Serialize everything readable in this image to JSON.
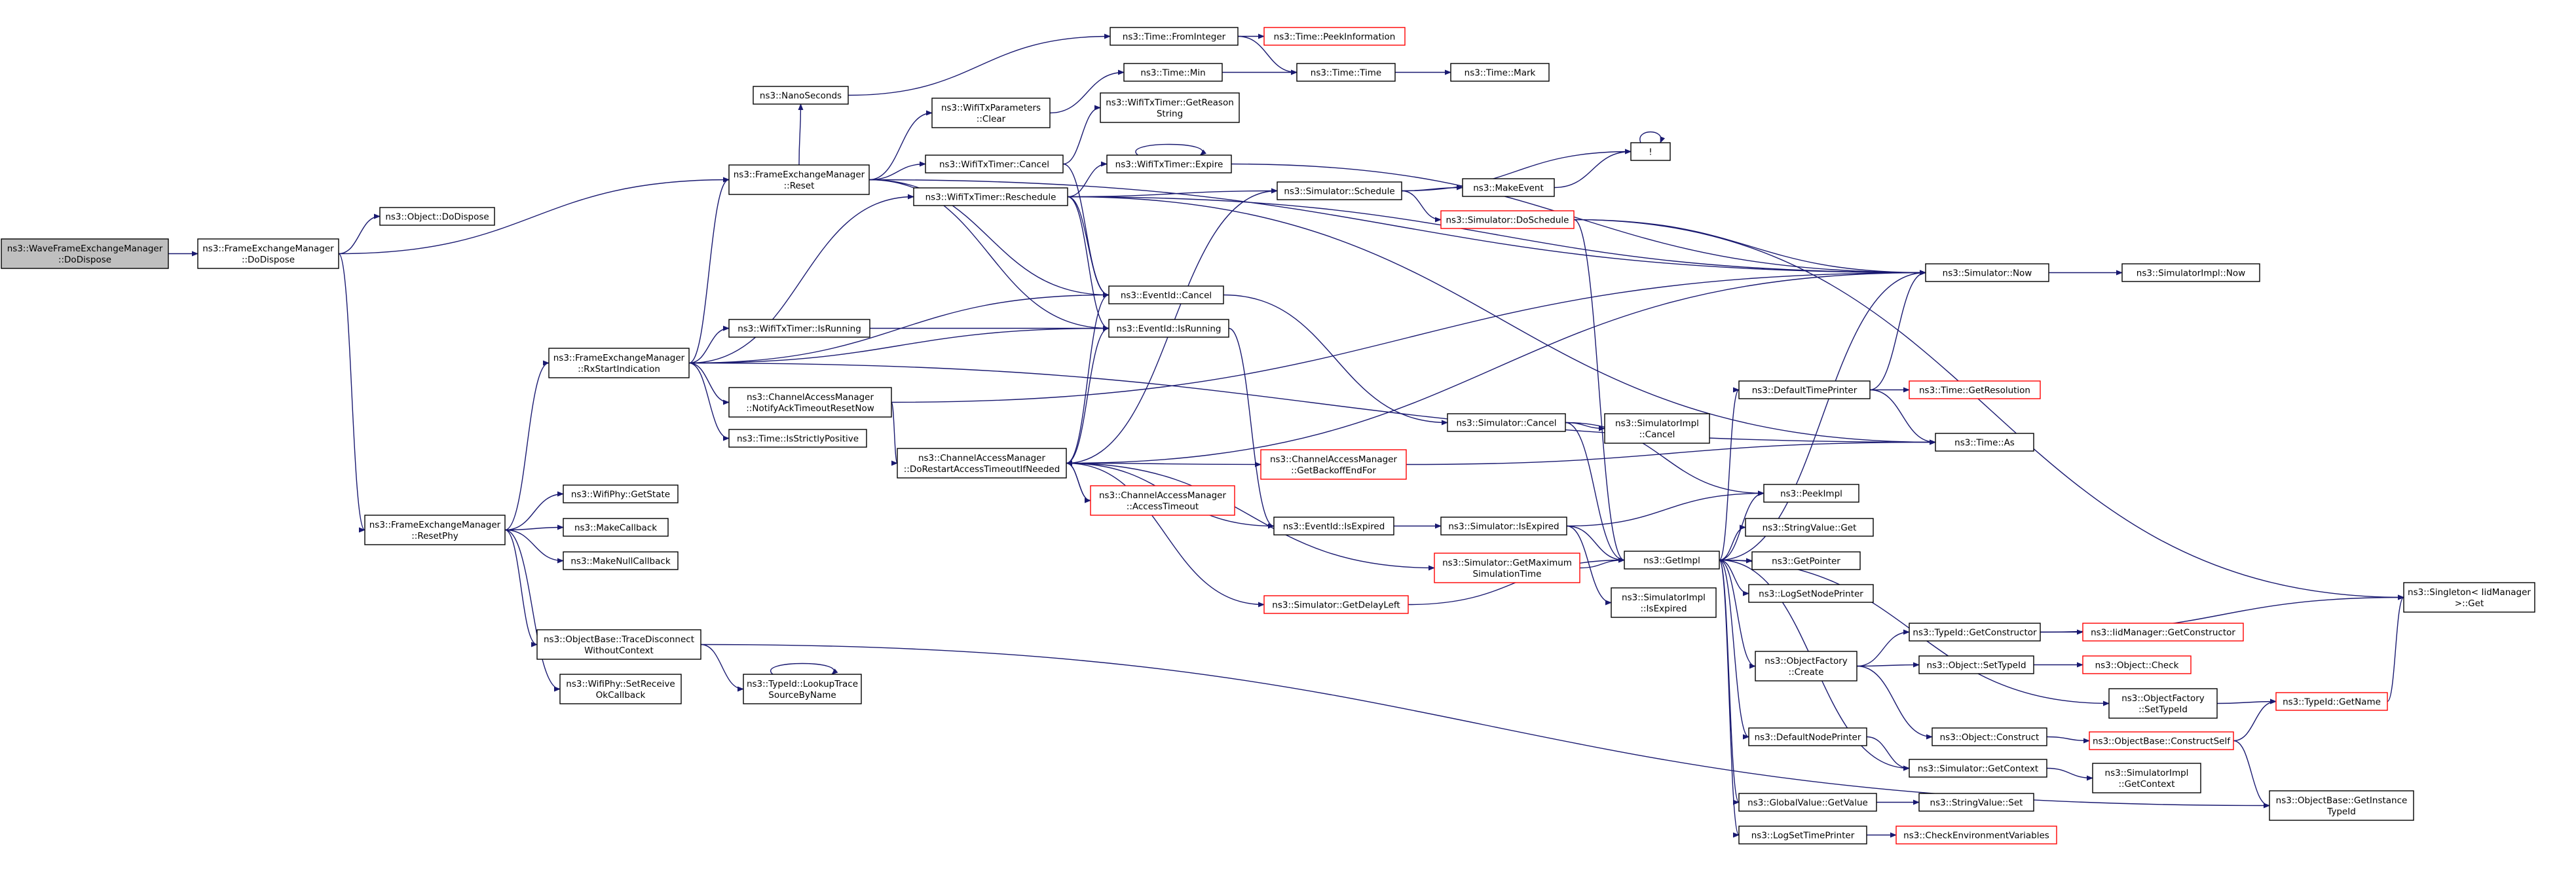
{
  "colors": {
    "normal_border": "#000000",
    "truncated_border": "#ff0000",
    "root_fill": "#bfbfbf",
    "node_fill": "#ffffff",
    "edge": "#191970"
  },
  "nodes": {
    "root": [
      "ns3::WaveFrameExchangeManager",
      "::DoDispose"
    ],
    "fem_dodispose": [
      "ns3::FrameExchangeManager",
      "::DoDispose"
    ],
    "object_dodispose": [
      "ns3::Object::DoDispose"
    ],
    "fem_reset": [
      "ns3::FrameExchangeManager",
      "::Reset"
    ],
    "fem_resetphy": [
      "ns3::FrameExchangeManager",
      "::ResetPhy"
    ],
    "nanoseconds": [
      "ns3::NanoSeconds"
    ],
    "wtp_clear": [
      "ns3::WifiTxParameters",
      "::Clear"
    ],
    "wtt_cancel": [
      "ns3::WifiTxTimer::Cancel"
    ],
    "wtt_reschedule": [
      "ns3::WifiTxTimer::Reschedule"
    ],
    "fem_rxstart": [
      "ns3::FrameExchangeManager",
      "::RxStartIndication"
    ],
    "wtt_isrunning": [
      "ns3::WifiTxTimer::IsRunning"
    ],
    "cam_notify": [
      "ns3::ChannelAccessManager",
      "::NotifyAckTimeoutResetNow"
    ],
    "time_isstrictlypositive": [
      "ns3::Time::IsStrictlyPositive"
    ],
    "wifiphy_getstate": [
      "ns3::WifiPhy::GetState"
    ],
    "makecallback": [
      "ns3::MakeCallback"
    ],
    "makenullcallback": [
      "ns3::MakeNullCallback"
    ],
    "objbase_tracedisconnect": [
      "ns3::ObjectBase::TraceDisconnect",
      "WithoutContext"
    ],
    "wifiphy_setreceive": [
      "ns3::WifiPhy::SetReceive",
      "OkCallback"
    ],
    "typeid_lookuptrace": [
      "ns3::TypeId::LookupTrace",
      "SourceByName"
    ],
    "time_frominteger": [
      "ns3::Time::FromInteger"
    ],
    "time_min": [
      "ns3::Time::Min"
    ],
    "wtt_getreason": [
      "ns3::WifiTxTimer::GetReason",
      "String"
    ],
    "wtt_expire": [
      "ns3::WifiTxTimer::Expire"
    ],
    "eventid_cancel": [
      "ns3::EventId::Cancel"
    ],
    "eventid_isrunning": [
      "ns3::EventId::IsRunning"
    ],
    "cam_dorestart": [
      "ns3::ChannelAccessManager",
      "::DoRestartAccessTimeoutIfNeeded"
    ],
    "cam_accesstimeout": [
      "ns3::ChannelAccessManager",
      "::AccessTimeout"
    ],
    "cam_getbackoff": [
      "ns3::ChannelAccessManager",
      "::GetBackoffEndFor"
    ],
    "eventid_isexpired": [
      "ns3::EventId::IsExpired"
    ],
    "sim_getmaximum": [
      "ns3::Simulator::GetMaximum",
      "SimulationTime"
    ],
    "sim_getdelayleft": [
      "ns3::Simulator::GetDelayLeft"
    ],
    "time_peekinformation": [
      "ns3::Time::PeekInformation"
    ],
    "time_time": [
      "ns3::Time::Time"
    ],
    "time_mark": [
      "ns3::Time::Mark"
    ],
    "sim_schedule": [
      "ns3::Simulator::Schedule"
    ],
    "makeevent": [
      "ns3::MakeEvent"
    ],
    "sim_doschedule": [
      "ns3::Simulator::DoSchedule"
    ],
    "bang": [
      "!"
    ],
    "sim_cancel": [
      "ns3::Simulator::Cancel"
    ],
    "simimpl_cancel": [
      "ns3::SimulatorImpl",
      "::Cancel"
    ],
    "sim_isexpired": [
      "ns3::Simulator::IsExpired"
    ],
    "simimpl_isexpired": [
      "ns3::SimulatorImpl",
      "::IsExpired"
    ],
    "getimpl": [
      "ns3::GetImpl"
    ],
    "sim_now": [
      "ns3::Simulator::Now"
    ],
    "simimpl_now": [
      "ns3::SimulatorImpl::Now"
    ],
    "defaulttimeprinter": [
      "ns3::DefaultTimePrinter"
    ],
    "time_getresolution": [
      "ns3::Time::GetResolution"
    ],
    "time_as": [
      "ns3::Time::As"
    ],
    "peekimpl": [
      "ns3::PeekImpl"
    ],
    "stringvalue_get": [
      "ns3::StringValue::Get"
    ],
    "getpointer": [
      "ns3::GetPointer"
    ],
    "logsetnodeprinter": [
      "ns3::LogSetNodePrinter"
    ],
    "objfactory_create": [
      "ns3::ObjectFactory",
      "::Create"
    ],
    "typeid_getconstructor": [
      "ns3::TypeId::GetConstructor"
    ],
    "iidmanager_getconstructor": [
      "ns3::IidManager::GetConstructor"
    ],
    "object_settypeid": [
      "ns3::Object::SetTypeId"
    ],
    "object_check": [
      "ns3::Object::Check"
    ],
    "objfactory_settypeid": [
      "ns3::ObjectFactory",
      "::SetTypeId"
    ],
    "typeid_getname": [
      "ns3::TypeId::GetName"
    ],
    "singleton": [
      "ns3::Singleton< IidManager",
      ">::Get"
    ],
    "object_construct": [
      "ns3::Object::Construct"
    ],
    "objbase_constructself": [
      "ns3::ObjectBase::ConstructSelf"
    ],
    "defaultnodeprinter": [
      "ns3::DefaultNodePrinter"
    ],
    "sim_getcontext": [
      "ns3::Simulator::GetContext"
    ],
    "simimpl_getcontext": [
      "ns3::SimulatorImpl",
      "::GetContext"
    ],
    "objbase_getinstance": [
      "ns3::ObjectBase::GetInstance",
      "TypeId"
    ],
    "globalvalue_getvalue": [
      "ns3::GlobalValue::GetValue"
    ],
    "stringvalue_set": [
      "ns3::StringValue::Set"
    ],
    "logsettimeprinter": [
      "ns3::LogSetTimePrinter"
    ],
    "checkenv": [
      "ns3::CheckEnvironmentVariables"
    ]
  }
}
